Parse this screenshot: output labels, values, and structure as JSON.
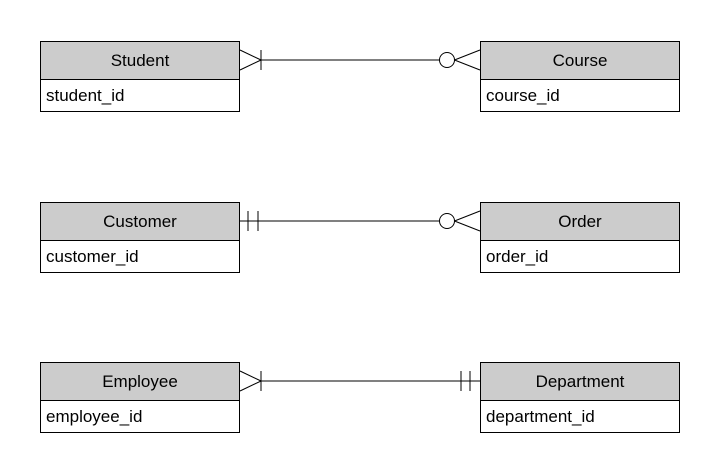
{
  "diagram": {
    "type": "entity-relationship",
    "notation": "crows-foot",
    "colors": {
      "background": "#ffffff",
      "header_fill": "#cccccc",
      "border": "#000000",
      "text": "#000000"
    },
    "entities": [
      {
        "name": "Student",
        "attributes": [
          "student_id"
        ]
      },
      {
        "name": "Course",
        "attributes": [
          "course_id"
        ]
      },
      {
        "name": "Customer",
        "attributes": [
          "customer_id"
        ]
      },
      {
        "name": "Order",
        "attributes": [
          "order_id"
        ]
      },
      {
        "name": "Employee",
        "attributes": [
          "employee_id"
        ]
      },
      {
        "name": "Department",
        "attributes": [
          "department_id"
        ]
      }
    ],
    "relationships": [
      {
        "from_entity": "Student",
        "to_entity": "Course",
        "from_cardinality": "one or many (crows-foot with bar)",
        "to_cardinality": "zero or many (circle with crows-foot)"
      },
      {
        "from_entity": "Customer",
        "to_entity": "Order",
        "from_cardinality": "exactly one (double bar)",
        "to_cardinality": "zero or many (circle with crows-foot)"
      },
      {
        "from_entity": "Employee",
        "to_entity": "Department",
        "from_cardinality": "one or many (crows-foot with bar)",
        "to_cardinality": "exactly one (double bar)"
      }
    ]
  }
}
